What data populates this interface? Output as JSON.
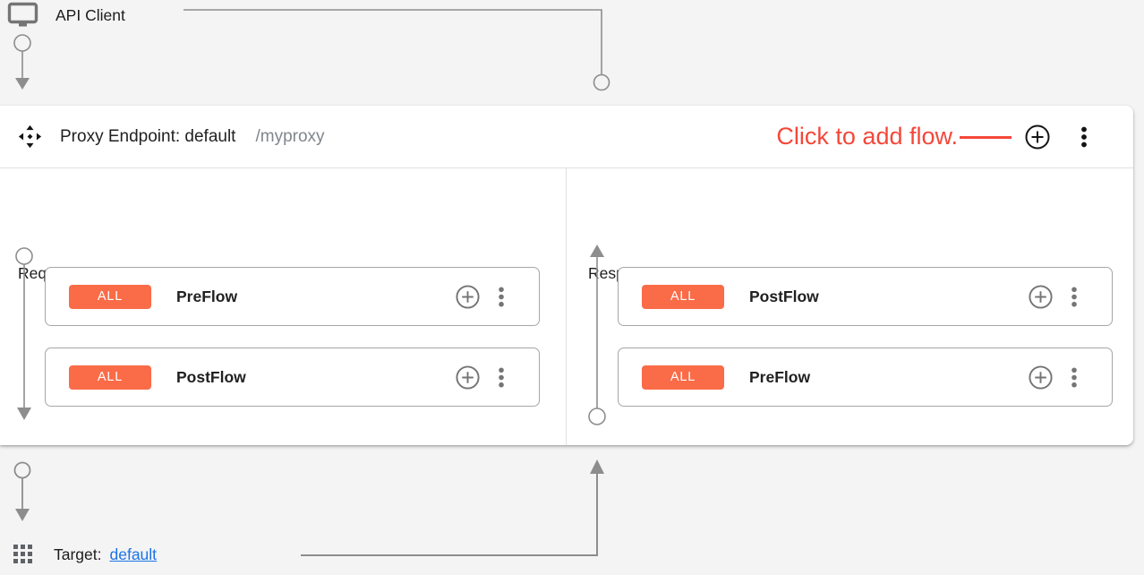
{
  "client": {
    "label": "API Client"
  },
  "proxy_endpoint": {
    "title": "Proxy Endpoint: default",
    "path": "/myproxy",
    "annotation": {
      "text": "Click to add flow."
    },
    "columns": {
      "request": {
        "label": "Request",
        "flows": [
          {
            "condition": "ALL",
            "name": "PreFlow"
          },
          {
            "condition": "ALL",
            "name": "PostFlow"
          }
        ]
      },
      "response": {
        "label": "Response",
        "flows": [
          {
            "condition": "ALL",
            "name": "PostFlow"
          },
          {
            "condition": "ALL",
            "name": "PreFlow"
          }
        ]
      }
    }
  },
  "target": {
    "label": "Target:",
    "link": "default"
  },
  "colors": {
    "flow_badge_orange": "#fa6b47",
    "annotation_red": "#f4473a",
    "link_blue": "#1a73e8",
    "connector_gray": "#8d8d8d"
  }
}
